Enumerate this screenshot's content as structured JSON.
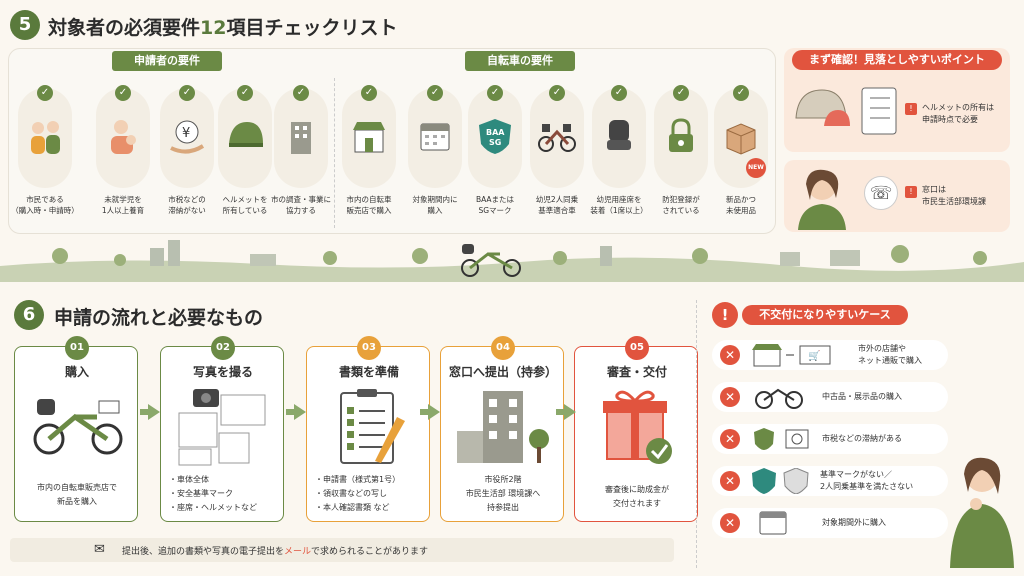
{
  "section5": {
    "number": "5",
    "title_prefix": "対象者の必須要件",
    "title_count": "12",
    "title_suffix": "項目チェックリスト"
  },
  "applicant_tag": "申請者の要件",
  "bicycle_tag": "自転車の要件",
  "check_mark": "✓",
  "applicant_reqs": [
    {
      "l1": "市民である",
      "l2": "（購入時・申請時）"
    },
    {
      "l1": "未就学児を",
      "l2": "1人以上養育"
    },
    {
      "l1": "市税などの",
      "l2": "滞納がない"
    },
    {
      "l1": "ヘルメットを",
      "l2": "所有している"
    },
    {
      "l1": "市の調査・事業に",
      "l2": "協力する"
    }
  ],
  "bicycle_reqs": [
    {
      "l1": "市内の自転車",
      "l2": "販売店で購入"
    },
    {
      "l1": "対象期間内に",
      "l2": "購入"
    },
    {
      "l1": "BAAまたは",
      "l2": "SGマーク"
    },
    {
      "l1": "幼児2人同乗",
      "l2": "基準適合車"
    },
    {
      "l1": "幼児用座席を",
      "l2": "装着（1席以上）"
    },
    {
      "l1": "防犯登録が",
      "l2": "されている"
    },
    {
      "l1": "新品かつ",
      "l2": "未使用品"
    }
  ],
  "baa_badge": {
    "l1": "BAA",
    "l2": "SG"
  },
  "new_badge": "NEW",
  "sidebar": {
    "header": "まず確認！見落としやすいポイント",
    "point1": {
      "l1": "ヘルメットの所有は",
      "l2": "申請時点で必要"
    },
    "point2": {
      "l1": "窓口は",
      "l2": "市民生活部環境課"
    },
    "warn_mark": "!"
  },
  "section6": {
    "number": "6",
    "title": "申請の流れと必要なもの"
  },
  "steps": [
    {
      "num": "01",
      "title": "購入",
      "color": "#6b8a45",
      "desc1": "市内の自転車販売店で",
      "desc2": "新品を購入"
    },
    {
      "num": "02",
      "title": "写真を撮る",
      "color": "#6b8a45",
      "bullets": [
        "・車体全体",
        "・安全基準マーク",
        "・座席・ヘルメットなど"
      ]
    },
    {
      "num": "03",
      "title": "書類を準備",
      "color": "#e8a13a",
      "bullets": [
        "・申請書（様式第1号）",
        "・領収書などの写し",
        "・本人確認書類 など"
      ]
    },
    {
      "num": "04",
      "title": "窓口へ提出（持参）",
      "color": "#e8a13a",
      "desc1": "市役所2階",
      "desc2": "市民生活部 環境課へ",
      "desc3": "持参提出"
    },
    {
      "num": "05",
      "title": "審査・交付",
      "color": "#e1543e",
      "desc1": "審査後に助成金が",
      "desc2": "交付されます"
    }
  ],
  "notice": {
    "pre": "提出後、追加の書類や写真の電子提出を",
    "highlight": "メール",
    "post": "で求められることがあります"
  },
  "ineligible": {
    "header": "不交付になりやすいケース",
    "header_mark": "!",
    "x_mark": "✕",
    "cases": [
      {
        "l1": "市外の店舗や",
        "l2": "ネット通販で購入"
      },
      {
        "l1": "中古品・展示品の購入",
        "l2": ""
      },
      {
        "l1": "市税などの滞納がある",
        "l2": ""
      },
      {
        "l1": "基準マークがない／",
        "l2": "2人同乗基準を満たさない"
      },
      {
        "l1": "対象期間外に購入",
        "l2": ""
      }
    ]
  },
  "colors": {
    "green": "#6b8a45",
    "orange": "#e8a13a",
    "red": "#e1543e",
    "bg": "#fbf7f0"
  }
}
